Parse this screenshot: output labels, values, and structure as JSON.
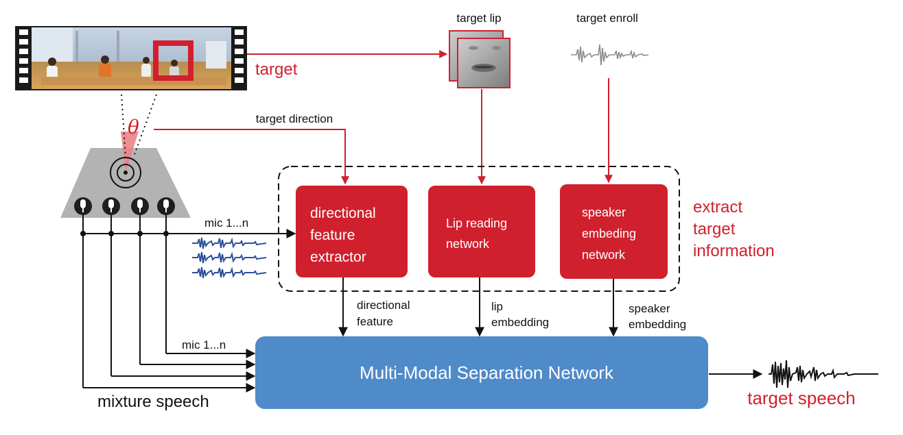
{
  "colors": {
    "red": "#d0202e",
    "blue": "#4f8ac9",
    "dark_text": "#111111",
    "waveform": "#2a4f9a",
    "gray": "#b3b3b3"
  },
  "video": {
    "target_label": "target"
  },
  "angle_symbol": "θ",
  "target_lip": {
    "label": "target lip"
  },
  "target_enroll": {
    "label": "target enroll"
  },
  "edges": {
    "target_direction": "target direction",
    "mic_top": "mic 1...n",
    "mic_bottom": "mic 1...n",
    "directional_feature": [
      "directional",
      "feature"
    ],
    "lip_embedding": [
      "lip",
      "embedding"
    ],
    "speaker_embedding": [
      "speaker",
      "embedding"
    ]
  },
  "blocks": {
    "directional": [
      "directional",
      "feature",
      "extractor"
    ],
    "lip": [
      "Lip reading",
      "network"
    ],
    "speaker": [
      "speaker",
      "embeding",
      "network"
    ]
  },
  "extract_info": [
    "extract",
    "target",
    "information"
  ],
  "separation_network": "Multi-Modal Separation Network",
  "mixture_speech": "mixture speech",
  "target_speech": "target speech",
  "icons": {
    "mic": "microphone-icon",
    "film": "film-strip-icon",
    "camera": "camera-lens-icon"
  }
}
